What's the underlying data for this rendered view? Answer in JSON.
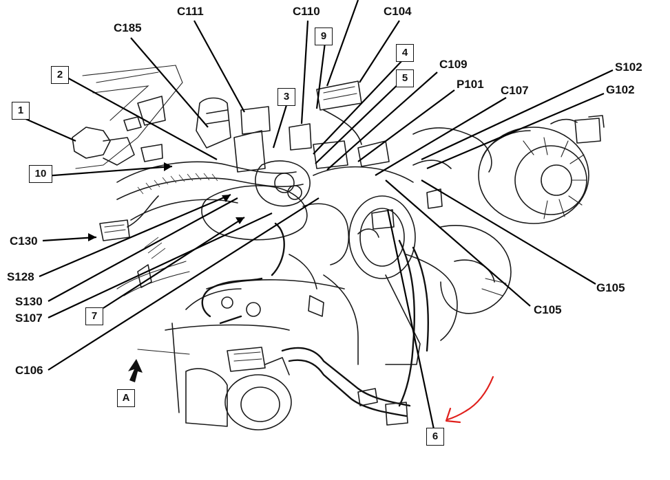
{
  "callouts": {
    "c111": "C111",
    "c110": "C110",
    "c104": "C104",
    "c185": "C185",
    "c109": "C109",
    "p101": "P101",
    "c107": "C107",
    "s102": "S102",
    "g102": "G102",
    "c130": "C130",
    "s128": "S128",
    "s130": "S130",
    "s107": "S107",
    "c106": "C106",
    "g105": "G105",
    "c105": "C105"
  },
  "boxes": {
    "b1": "1",
    "b2": "2",
    "b3": "3",
    "b4": "4",
    "b5": "5",
    "b6": "6",
    "b7": "7",
    "b9": "9",
    "b10": "10",
    "view_a": "A"
  },
  "annotation": {
    "color": "#e0201c",
    "icon": "red-hand-drawn-arrow-icon"
  },
  "icons": {
    "view_direction": "view-direction-arrow-icon"
  }
}
